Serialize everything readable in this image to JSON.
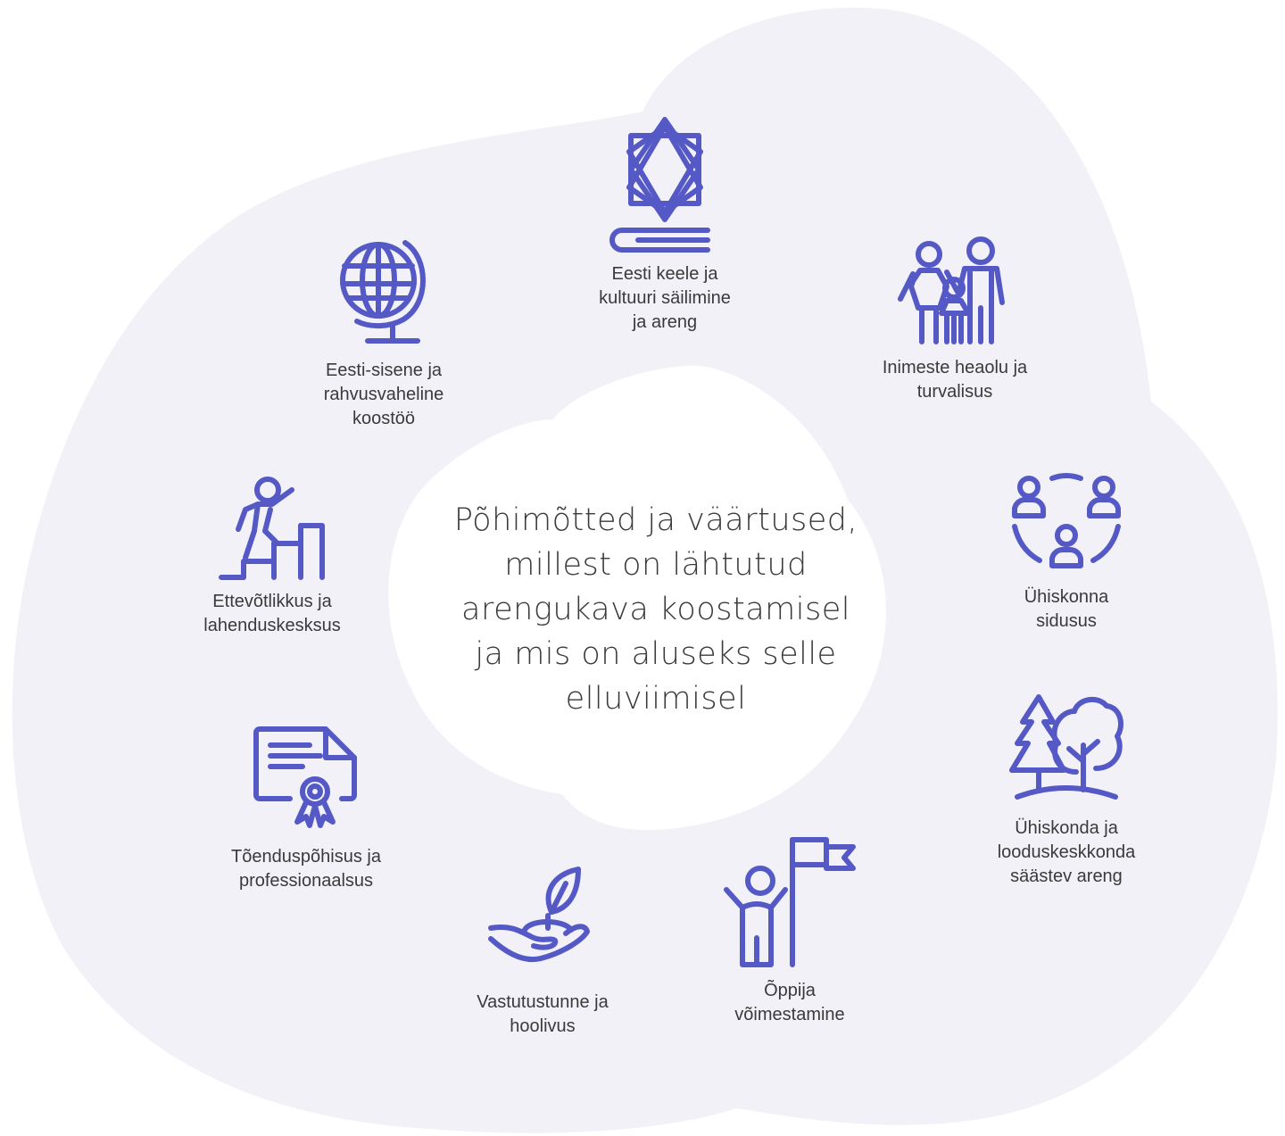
{
  "diagram": {
    "center_lines": [
      "Põhimõtted ja väärtused,",
      "millest on lähtutud",
      "arengukava koostamisel",
      "ja mis on aluseks selle",
      "elluviimisel"
    ],
    "colors": {
      "background_blob": "#f3f1f8",
      "center": "#ffffff",
      "icon": "#5559c6",
      "text": "#3a3a3a"
    },
    "items": [
      {
        "icon": "star-book-icon",
        "lines": [
          "Eesti keele ja",
          "kultuuri säilimine",
          "ja areng"
        ]
      },
      {
        "icon": "family-icon",
        "lines": [
          "Inimeste heaolu ja",
          "turvalisus"
        ]
      },
      {
        "icon": "people-circle-icon",
        "lines": [
          "Ühiskonna",
          "sidusus"
        ]
      },
      {
        "icon": "trees-icon",
        "lines": [
          "Ühiskonda ja",
          "looduskeskkonda",
          "säästev areng"
        ]
      },
      {
        "icon": "person-flag-icon",
        "lines": [
          "Õppija",
          "võimestamine"
        ]
      },
      {
        "icon": "plant-hand-icon",
        "lines": [
          "Vastutustunne ja",
          "hoolivus"
        ]
      },
      {
        "icon": "certificate-icon",
        "lines": [
          "Tõenduspõhisus ja",
          "professionaalsus"
        ]
      },
      {
        "icon": "stairs-climber-icon",
        "lines": [
          "Ettevõtlikkus ja",
          "lahenduskesksus"
        ]
      },
      {
        "icon": "globe-icon",
        "lines": [
          "Eesti-sisene ja",
          "rahvusvaheline",
          "koostöö"
        ]
      }
    ]
  }
}
